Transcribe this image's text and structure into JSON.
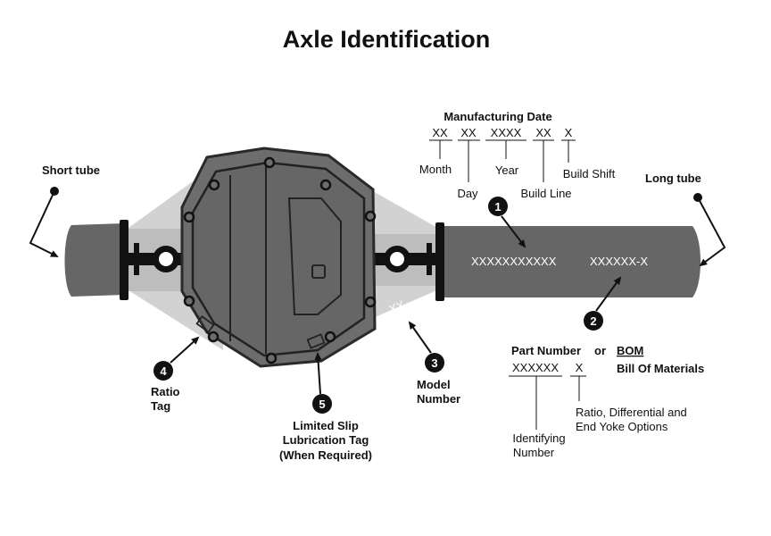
{
  "title": "Axle Identification",
  "short_tube": "Short tube",
  "long_tube": "Long tube",
  "manufacturing": {
    "heading": "Manufacturing Date",
    "codes": [
      "XX",
      "XX",
      "XXXX",
      "XX",
      "X"
    ],
    "month": "Month",
    "day": "Day",
    "year": "Year",
    "build_line": "Build Line",
    "build_shift": "Build Shift"
  },
  "tube_codes": {
    "first": "XXXXXXXXXXX",
    "second": "XXXXXX-X"
  },
  "model_code": "XX",
  "callouts": [
    "1",
    "2",
    "3",
    "4",
    "5"
  ],
  "ratio_tag": [
    "Ratio",
    "Tag"
  ],
  "model_number": [
    "Model",
    "Number"
  ],
  "limited_slip": [
    "Limited Slip",
    "Lubrication Tag",
    "(When Required)"
  ],
  "part_number": {
    "heading": "Part Number",
    "or": "or",
    "bom": "BOM",
    "bom_full": "Bill Of Materials",
    "code_main": "XXXXXX",
    "code_suffix": "X",
    "identifying": [
      "Identifying",
      "Number"
    ],
    "options": [
      "Ratio, Differential and",
      "End Yoke Options"
    ]
  },
  "colors": {
    "housing": "#6d6d6d",
    "tube": "#666666",
    "shadow": "#d2d2d2",
    "dark": "#111111"
  }
}
